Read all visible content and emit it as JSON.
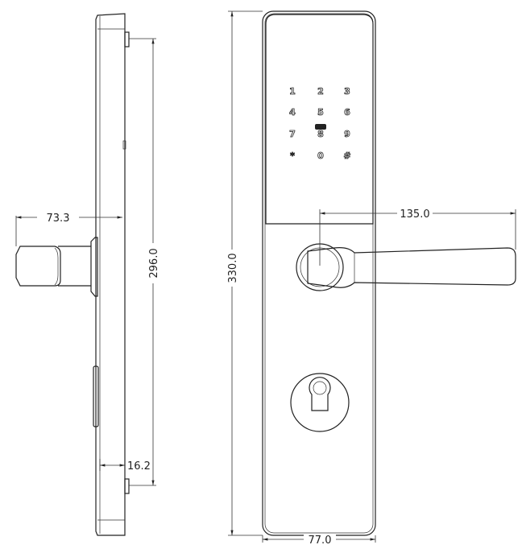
{
  "dimensions": {
    "side_projection": "73.3",
    "mount_height": "296.0",
    "overall_height": "330.0",
    "lever_length": "135.0",
    "plate_thickness": "16.2",
    "plate_width": "77.0"
  },
  "keypad": [
    "1",
    "2",
    "3",
    "4",
    "5",
    "6",
    "7",
    "8",
    "9",
    "*",
    "0",
    "#"
  ]
}
